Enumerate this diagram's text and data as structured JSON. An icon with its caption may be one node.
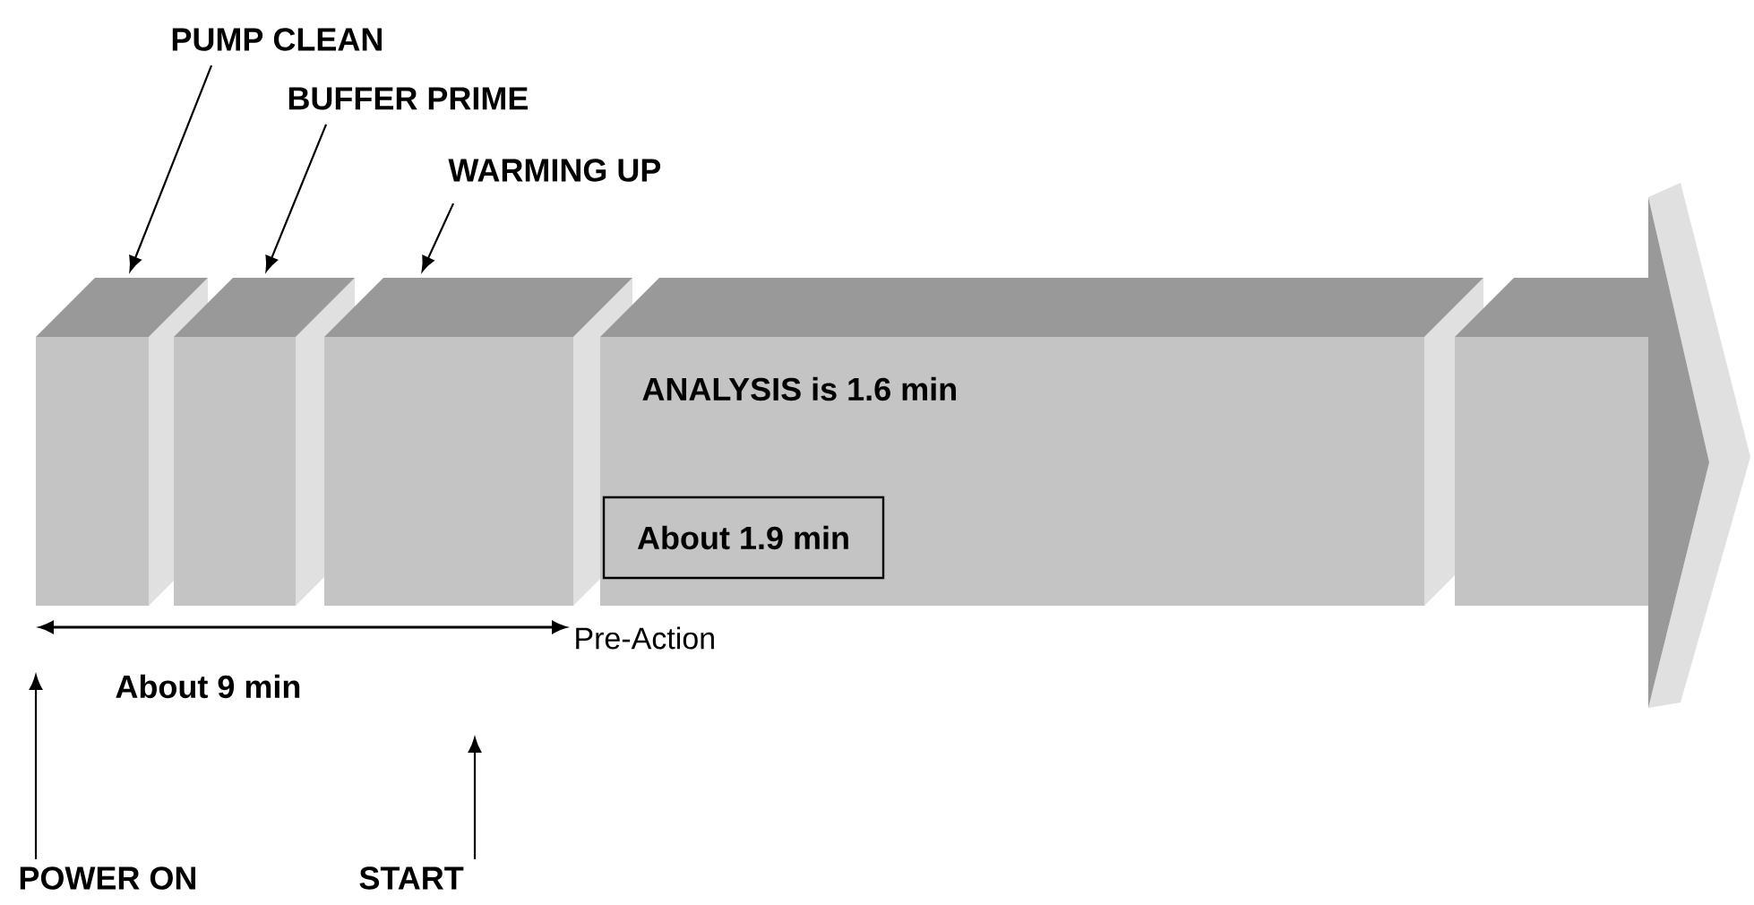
{
  "diagram": {
    "nodes": [
      {
        "text": [
          "PUMP CLEAN"
        ]
      },
      {
        "text": [
          "BUFFER PRIME"
        ]
      },
      {
        "text": [
          "WARMING UP"
        ]
      },
      {
        "text": [],
        "shape": "box"
      },
      {
        "text": [],
        "shape": "box"
      },
      {
        "text": [],
        "shape": "box"
      },
      {
        "text": [
          "ANALYSIS is 1.6 min"
        ]
      },
      {
        "text": [
          "About 1.9 min"
        ],
        "in": 6
      },
      {
        "text": [],
        "shape": "box"
      },
      {
        "text": [
          "POWER ON"
        ]
      },
      {
        "text": [
          "START"
        ]
      }
    ],
    "edges": [
      {
        "from": 0,
        "to": 3,
        "arrow": "to"
      },
      {
        "from": 1,
        "to": 4,
        "arrow": "to"
      },
      {
        "from": 2,
        "to": 5,
        "arrow": "to"
      },
      {
        "from": 9,
        "to": null,
        "arrow": "to"
      },
      {
        "from": 10,
        "to": null,
        "arrow": "to"
      }
    ],
    "labels": [
      "Pre-Action",
      "About 9 min"
    ]
  }
}
